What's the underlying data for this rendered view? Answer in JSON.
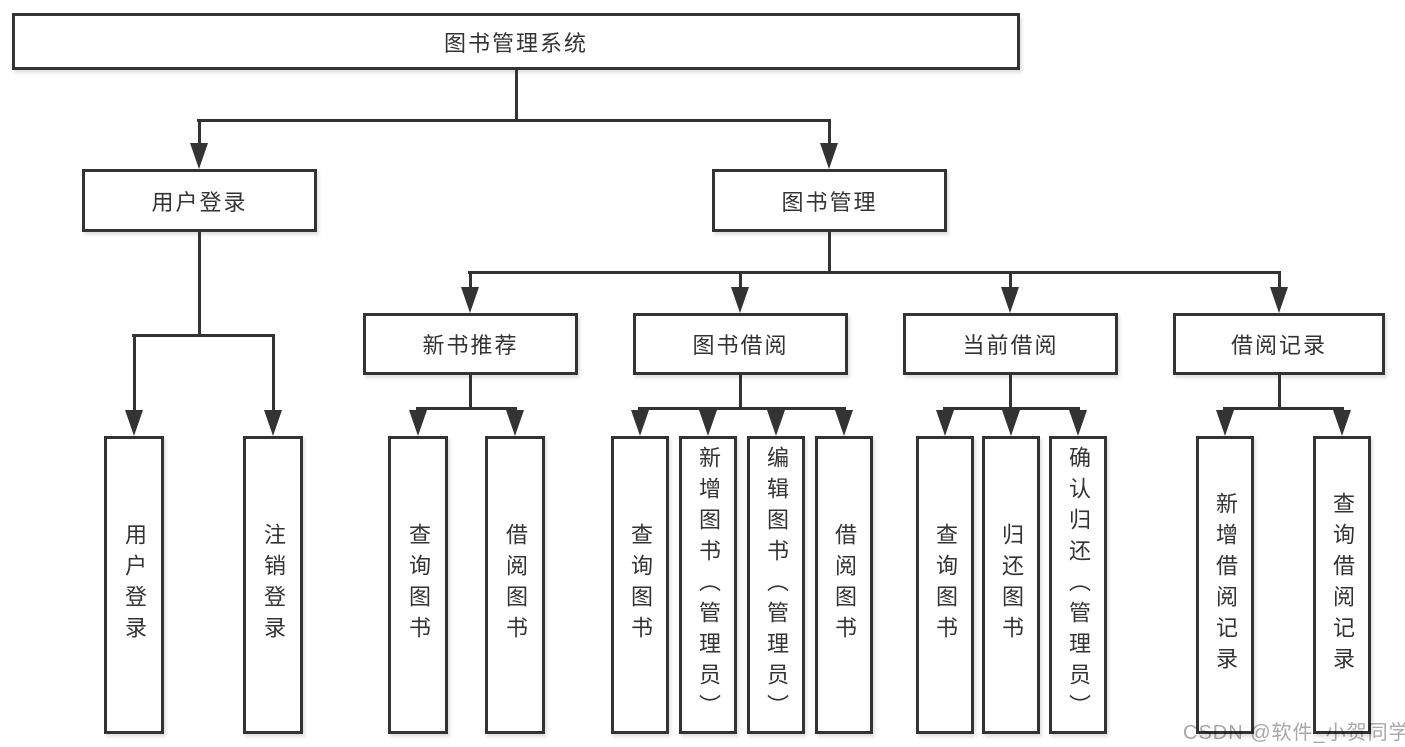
{
  "diagram_title": "图书管理系统",
  "colors": {
    "background": "#ffffff",
    "line": "#333333",
    "box_border": "#333333",
    "text": "#333333",
    "watermark_text": "#a8a8a8"
  },
  "tree": {
    "label": "图书管理系统",
    "children": [
      {
        "label": "用户登录",
        "children": [
          {
            "label": "用户登录"
          },
          {
            "label": "注销登录"
          }
        ]
      },
      {
        "label": "图书管理",
        "children": [
          {
            "label": "新书推荐",
            "children": [
              {
                "label": "查询图书"
              },
              {
                "label": "借阅图书"
              }
            ]
          },
          {
            "label": "图书借阅",
            "children": [
              {
                "label": "查询图书"
              },
              {
                "label": "新增图书（管理员）"
              },
              {
                "label": "编辑图书（管理员）"
              },
              {
                "label": "借阅图书"
              }
            ]
          },
          {
            "label": "当前借阅",
            "children": [
              {
                "label": "查询图书"
              },
              {
                "label": "归还图书"
              },
              {
                "label": "确认归还（管理员）"
              }
            ]
          },
          {
            "label": "借阅记录",
            "children": [
              {
                "label": "新增借阅记录"
              },
              {
                "label": "查询借阅记录"
              }
            ]
          }
        ]
      }
    ]
  },
  "watermark": {
    "text": "CSDN @软件_小贺同学"
  }
}
